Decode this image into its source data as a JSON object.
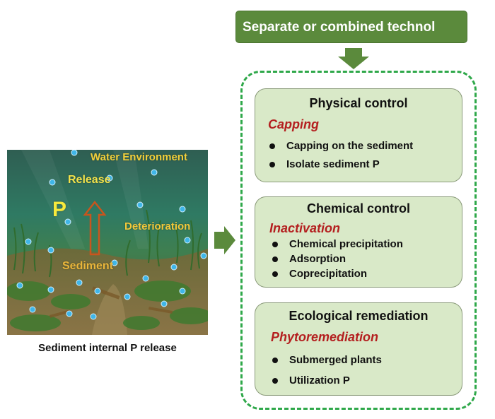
{
  "left_panel": {
    "scene_labels": {
      "water_environment": "Water Environment",
      "release": "Release",
      "p": "P",
      "deterioration": "Deterioration",
      "sediment": "Sediment"
    },
    "caption": "Sediment internal P release"
  },
  "top_box": {
    "label": "Separate or combined technol"
  },
  "cards": [
    {
      "title": "Physical control",
      "subtitle": "Capping",
      "bullets": [
        "Capping on the sediment",
        "Isolate sediment P"
      ]
    },
    {
      "title": "Chemical control",
      "subtitle": "Inactivation",
      "bullets": [
        "Chemical precipitation",
        "Adsorption",
        "Coprecipitation"
      ]
    },
    {
      "title": "Ecological remediation",
      "subtitle": "Phytoremediation",
      "bullets": [
        "Submerged plants",
        "Utilization P"
      ]
    }
  ],
  "colors": {
    "top_box_fill": "#5b8a3c",
    "arrow": "#5b8a3c",
    "dashed_border": "#2fa84a",
    "card_fill": "#d9e9c8",
    "subtitle_text": "#b41f1f"
  }
}
